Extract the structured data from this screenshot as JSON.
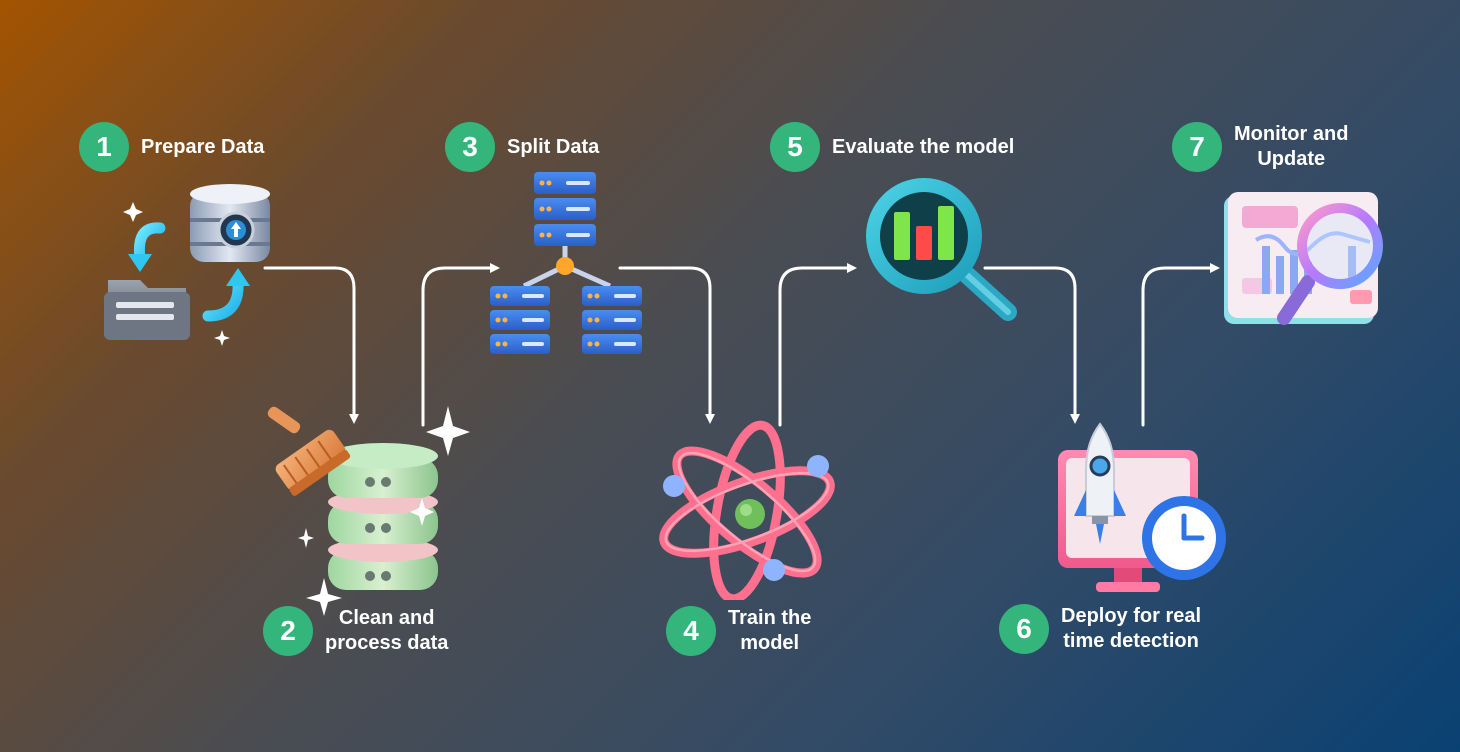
{
  "diagram": {
    "type": "process-flow",
    "steps": [
      {
        "number": "1",
        "lines": [
          "Prepare Data"
        ],
        "icon": "database-upload-folder-icon"
      },
      {
        "number": "2",
        "lines": [
          "Clean and",
          "process data"
        ],
        "icon": "database-broom-icon"
      },
      {
        "number": "3",
        "lines": [
          "Split Data"
        ],
        "icon": "server-split-icon"
      },
      {
        "number": "4",
        "lines": [
          "Train the",
          "model"
        ],
        "icon": "atom-icon"
      },
      {
        "number": "5",
        "lines": [
          "Evaluate the model"
        ],
        "icon": "magnifier-chart-icon"
      },
      {
        "number": "6",
        "lines": [
          "Deploy for real",
          "time detection"
        ],
        "icon": "monitor-rocket-clock-icon"
      },
      {
        "number": "7",
        "lines": [
          "Monitor and",
          "Update"
        ],
        "icon": "dashboard-magnifier-icon"
      }
    ],
    "colors": {
      "badge": "#34b57c",
      "text": "#ffffff",
      "connector": "#ffffff"
    }
  }
}
